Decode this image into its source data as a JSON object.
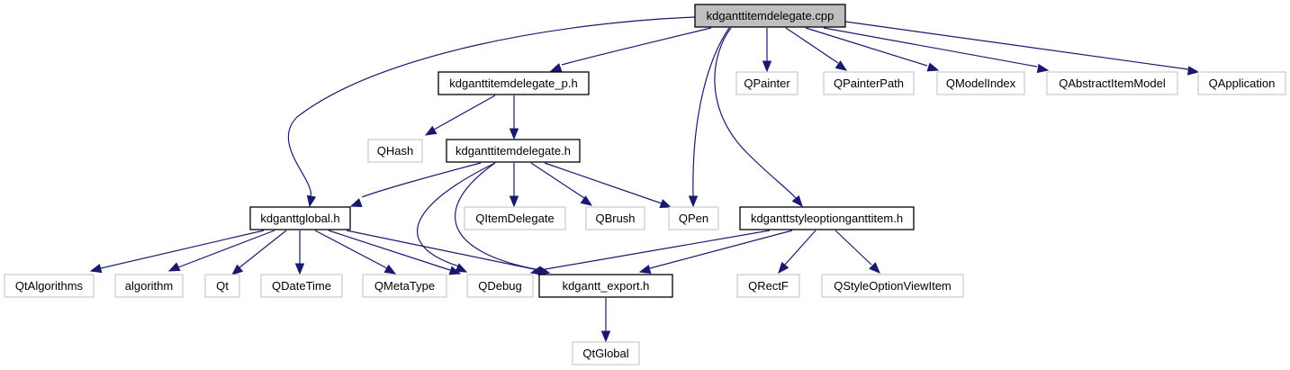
{
  "diagram": {
    "title": "kdganttitemdelegate.cpp",
    "edge_color": "#191970",
    "root_fill": "#bfbfbf",
    "documented_border": "#000000",
    "undocumented_border": "#bfbfbf",
    "nodes": [
      {
        "id": "root",
        "label": "kdganttitemdelegate.cpp",
        "kind": "root"
      },
      {
        "id": "delegate_p",
        "label": "kdganttitemdelegate_p.h",
        "kind": "documented"
      },
      {
        "id": "qhash",
        "label": "QHash",
        "kind": "external"
      },
      {
        "id": "delegate_h",
        "label": "kdganttitemdelegate.h",
        "kind": "documented"
      },
      {
        "id": "global_h",
        "label": "kdganttglobal.h",
        "kind": "documented"
      },
      {
        "id": "qitemdelegate",
        "label": "QItemDelegate",
        "kind": "external"
      },
      {
        "id": "qbrush",
        "label": "QBrush",
        "kind": "external"
      },
      {
        "id": "qpen",
        "label": "QPen",
        "kind": "external"
      },
      {
        "id": "styleopt_h",
        "label": "kdganttstyleoptionganttitem.h",
        "kind": "documented"
      },
      {
        "id": "qpainter",
        "label": "QPainter",
        "kind": "external"
      },
      {
        "id": "qpainterpath",
        "label": "QPainterPath",
        "kind": "external"
      },
      {
        "id": "qmodelindex",
        "label": "QModelIndex",
        "kind": "external"
      },
      {
        "id": "qabstractitemmodel",
        "label": "QAbstractItemModel",
        "kind": "external"
      },
      {
        "id": "qapplication",
        "label": "QApplication",
        "kind": "external"
      },
      {
        "id": "qtalgorithms",
        "label": "QtAlgorithms",
        "kind": "external"
      },
      {
        "id": "algorithm",
        "label": "algorithm",
        "kind": "external"
      },
      {
        "id": "qt",
        "label": "Qt",
        "kind": "external"
      },
      {
        "id": "qdatetime",
        "label": "QDateTime",
        "kind": "external"
      },
      {
        "id": "qmetatype",
        "label": "QMetaType",
        "kind": "external"
      },
      {
        "id": "qdebug",
        "label": "QDebug",
        "kind": "external"
      },
      {
        "id": "export_h",
        "label": "kdgantt_export.h",
        "kind": "documented"
      },
      {
        "id": "qrectf",
        "label": "QRectF",
        "kind": "external"
      },
      {
        "id": "qstyleoptionviewitem",
        "label": "QStyleOptionViewItem",
        "kind": "external"
      },
      {
        "id": "qtglobal",
        "label": "QtGlobal",
        "kind": "external"
      }
    ],
    "edges": [
      {
        "from": "root",
        "to": "global_h"
      },
      {
        "from": "root",
        "to": "delegate_p"
      },
      {
        "from": "root",
        "to": "qpen"
      },
      {
        "from": "root",
        "to": "styleopt_h"
      },
      {
        "from": "root",
        "to": "qpainter"
      },
      {
        "from": "root",
        "to": "qpainterpath"
      },
      {
        "from": "root",
        "to": "qmodelindex"
      },
      {
        "from": "root",
        "to": "qabstractitemmodel"
      },
      {
        "from": "root",
        "to": "qapplication"
      },
      {
        "from": "delegate_p",
        "to": "qhash"
      },
      {
        "from": "delegate_p",
        "to": "delegate_h"
      },
      {
        "from": "delegate_h",
        "to": "global_h"
      },
      {
        "from": "delegate_h",
        "to": "qdebug"
      },
      {
        "from": "delegate_h",
        "to": "export_h"
      },
      {
        "from": "delegate_h",
        "to": "qitemdelegate"
      },
      {
        "from": "delegate_h",
        "to": "qbrush"
      },
      {
        "from": "delegate_h",
        "to": "qpen"
      },
      {
        "from": "global_h",
        "to": "qtalgorithms"
      },
      {
        "from": "global_h",
        "to": "algorithm"
      },
      {
        "from": "global_h",
        "to": "qt"
      },
      {
        "from": "global_h",
        "to": "qdatetime"
      },
      {
        "from": "global_h",
        "to": "qmetatype"
      },
      {
        "from": "global_h",
        "to": "qdebug"
      },
      {
        "from": "global_h",
        "to": "export_h"
      },
      {
        "from": "styleopt_h",
        "to": "qdebug"
      },
      {
        "from": "styleopt_h",
        "to": "export_h"
      },
      {
        "from": "styleopt_h",
        "to": "qrectf"
      },
      {
        "from": "styleopt_h",
        "to": "qstyleoptionviewitem"
      },
      {
        "from": "export_h",
        "to": "qtglobal"
      }
    ]
  }
}
